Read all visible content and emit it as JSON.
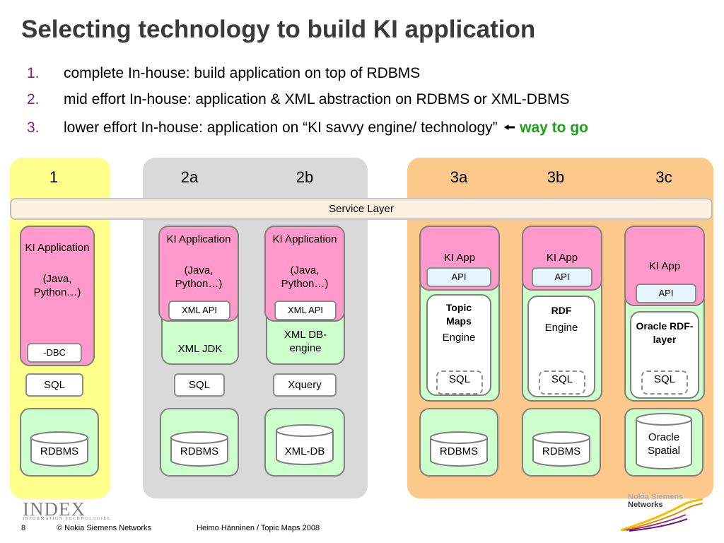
{
  "slide": {
    "title": "Selecting technology to build KI application",
    "bullets": [
      {
        "num": "1.",
        "text": "complete In-house: build application on top of RDBMS"
      },
      {
        "num": "2.",
        "text": "mid effort In-house: application & XML abstraction on RDBMS or XML-DBMS"
      },
      {
        "num": "3.",
        "text": "lower effort In-house: application on “KI savvy engine/ technology”",
        "highlight": "way to go"
      }
    ],
    "highlight_color": "#1aa01a"
  },
  "columns": [
    "1",
    "2a",
    "2b",
    "3a",
    "3b",
    "3c"
  ],
  "service_layer": "Service Layer",
  "col1": {
    "app_title": "KI Application",
    "app_lang": "(Java, Python…)",
    "dbc": "-DBC",
    "sql": "SQL",
    "db": "RDBMS"
  },
  "col2a": {
    "app_title": "KI Application",
    "app_lang": "(Java, Python…)",
    "api": "XML API",
    "middle": "XML JDK",
    "sql": "SQL",
    "db": "RDBMS"
  },
  "col2b": {
    "app_title": "KI Application",
    "app_lang": "(Java, Python…)",
    "api": "XML API",
    "middle": "XML DB-engine",
    "query": "Xquery",
    "db": "XML-DB"
  },
  "col3a": {
    "app": "KI App",
    "api": "API",
    "engine_name": "Topic Maps",
    "engine": "Engine",
    "sql": "SQL",
    "db": "RDBMS"
  },
  "col3b": {
    "app": "KI App",
    "api": "API",
    "engine_name": "RDF",
    "engine": "Engine",
    "sql": "SQL",
    "db": "RDBMS"
  },
  "col3c": {
    "app": "KI App",
    "api": "API",
    "engine_name": "Oracle RDF-layer",
    "sql": "SQL",
    "db": "Oracle Spatial"
  },
  "footer": {
    "page": "8",
    "copyright": "© Nokia Siemens Networks",
    "author": "Heimo Hänninen / Topic Maps 2008",
    "index_logo": "INDEX",
    "index_sub": "INFORMATION TECHNOLOGIES",
    "nsn_logo_line1": "Nokia Siemens",
    "nsn_logo_line2": "Networks"
  }
}
